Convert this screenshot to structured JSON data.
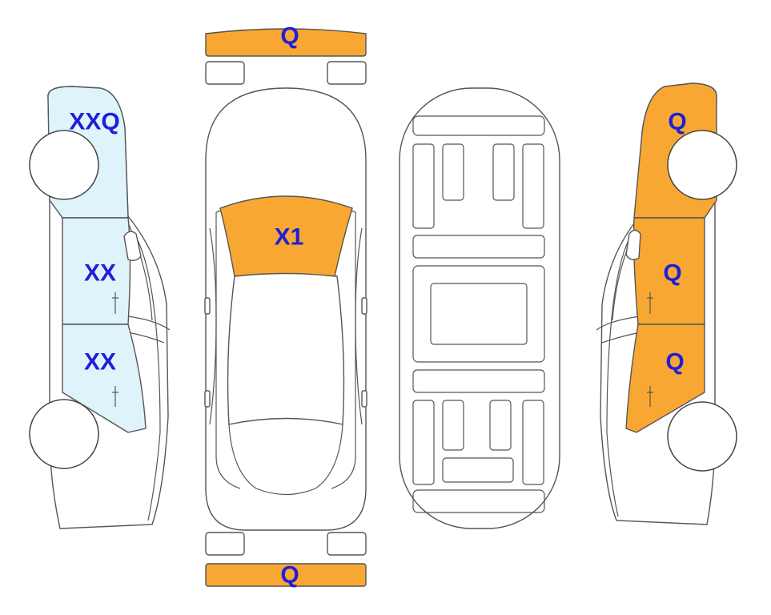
{
  "colors": {
    "damaged": "#F8A832",
    "light": "#DFF3FA",
    "label": "#1F1FD8",
    "outline": "#555555"
  },
  "zones": {
    "front_bumper": {
      "label": "Q",
      "state": "damaged"
    },
    "rear_bumper": {
      "label": "Q",
      "state": "damaged"
    },
    "hood": {
      "label": "X1",
      "state": "damaged"
    },
    "left_fender": {
      "label": "XXQ",
      "state": "light"
    },
    "left_front_door": {
      "label": "XX",
      "state": "light"
    },
    "left_rear_door": {
      "label": "XX",
      "state": "light"
    },
    "right_fender": {
      "label": "Q",
      "state": "damaged"
    },
    "right_front_door": {
      "label": "Q",
      "state": "damaged"
    },
    "right_rear_door": {
      "label": "Q",
      "state": "damaged"
    }
  }
}
